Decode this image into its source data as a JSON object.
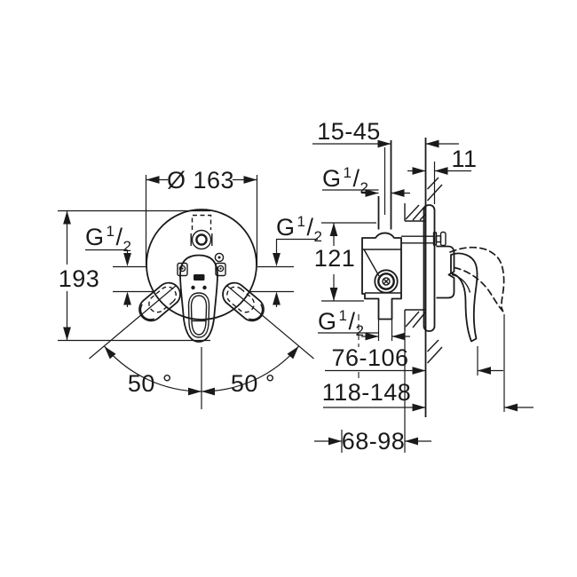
{
  "colors": {
    "background": "#ffffff",
    "line": "#1a1a1a"
  },
  "thread_label": {
    "prefix": "G",
    "numerator": "1",
    "slash": "/",
    "denominator": "2"
  },
  "front_view": {
    "diameter": "Ø 163",
    "overall_height": "193",
    "angle_left": "50 °",
    "angle_right": "50 °"
  },
  "side_view": {
    "recess_depth": "15-45",
    "plate_projection": "11",
    "port_distance": "121",
    "lever_projection": "76-106",
    "lever_projection_max": "118-148",
    "body_depth": "68-98"
  }
}
